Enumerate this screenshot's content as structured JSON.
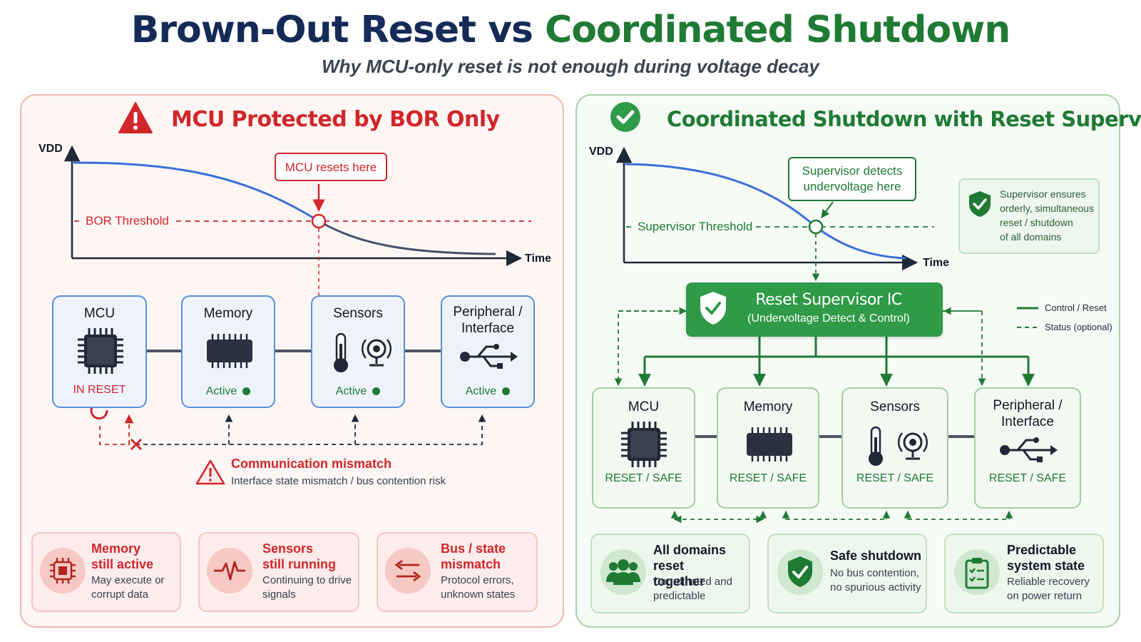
{
  "header": {
    "title_part1": "Brown-Out Reset",
    "title_part2": "vs",
    "title_part3": "Coordinated Shutdown",
    "subtitle": "Why MCU-only reset is not enough during voltage decay"
  },
  "left": {
    "heading": "MCU Protected by BOR Only",
    "y_axis": "VDD",
    "x_axis": "Time",
    "threshold": "BOR Threshold",
    "callout": "MCU resets here",
    "blocks": [
      {
        "name": "MCU",
        "state": "IN RESET"
      },
      {
        "name": "Memory",
        "state": "Active"
      },
      {
        "name": "Sensors",
        "state": "Active"
      },
      {
        "name": "Peripheral / Interface",
        "name1": "Peripheral /",
        "name2": "Interface",
        "state": "Active"
      }
    ],
    "warning_title": "Communication mismatch",
    "warning_text": "Interface state mismatch / bus contention risk",
    "cards": [
      {
        "title1": "Memory",
        "title2": "still active",
        "text1": "May execute or",
        "text2": "corrupt data"
      },
      {
        "title1": "Sensors",
        "title2": "still running",
        "text1": "Continuing to drive",
        "text2": "signals"
      },
      {
        "title1": "Bus / state",
        "title2": "mismatch",
        "text1": "Protocol errors,",
        "text2": "unknown states"
      }
    ]
  },
  "right": {
    "heading": "Coordinated Shutdown with Reset Supervisor",
    "y_axis": "VDD",
    "x_axis": "Time",
    "threshold": "Supervisor Threshold",
    "callout1": "Supervisor detects",
    "callout2": "undervoltage here",
    "note1": "Supervisor ensures",
    "note2": "orderly, simultaneous",
    "note3": "reset / shutdown",
    "note4": "of all domains",
    "supervisor_title": "Reset Supervisor IC",
    "supervisor_subtitle": "(Undervoltage Detect & Control)",
    "legend_control": "Control / Reset",
    "legend_status": "Status (optional)",
    "blocks": [
      {
        "name": "MCU",
        "state": "RESET / SAFE"
      },
      {
        "name": "Memory",
        "state": "RESET / SAFE"
      },
      {
        "name": "Sensors",
        "state": "RESET / SAFE"
      },
      {
        "name": "Peripheral / Interface",
        "name1": "Peripheral /",
        "name2": "Interface",
        "state": "RESET / SAFE"
      }
    ],
    "cards": [
      {
        "title1": "All domains reset",
        "title2": "together",
        "text1": "Coordinated and",
        "text2": "predictable"
      },
      {
        "title1": "Safe shutdown",
        "title2": "",
        "text1": "No bus contention,",
        "text2": "no spurious activity"
      },
      {
        "title1": "Predictable",
        "title2": "system state",
        "text1": "Reliable recovery",
        "text2": "on power return"
      }
    ]
  },
  "colors": {
    "navy": "#152a57",
    "red": "#d1262a",
    "green": "#1f7a34",
    "curve_blue": "#3b6fd9"
  }
}
